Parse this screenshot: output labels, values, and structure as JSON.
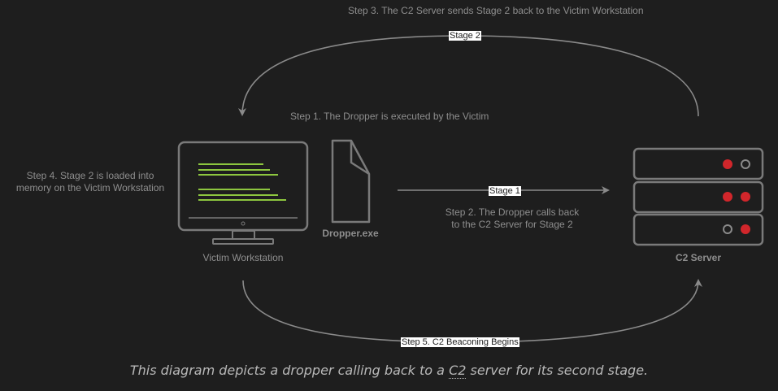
{
  "step3": "Step 3. The C2 Server sends Stage 2 back to the Victim Workstation",
  "stage2_tag": "Stage 2",
  "step1": "Step 1. The Dropper is executed by the Victim",
  "step4_line1": "Step 4. Stage 2 is loaded into",
  "step4_line2": "memory on the Victim Workstation",
  "stage1_tag": "Stage 1",
  "step2_line1": "Step 2. The Dropper calls back",
  "step2_line2": "to the C2 Server for Stage 2",
  "victim_label": "Victim Workstation",
  "dropper_label": "Dropper.exe",
  "server_label": "C2 Server",
  "step5_tag": "Step 5. C2 Beaconing Begins",
  "caption": {
    "before": "This diagram depicts a dropper calling back to a ",
    "abbr": "C2",
    "after": " server for its second stage."
  },
  "colors": {
    "background": "#1e1e1e",
    "stroke": "#7a7a7a",
    "code_lines": "#8dc63f",
    "led_red": "#d1262b"
  }
}
